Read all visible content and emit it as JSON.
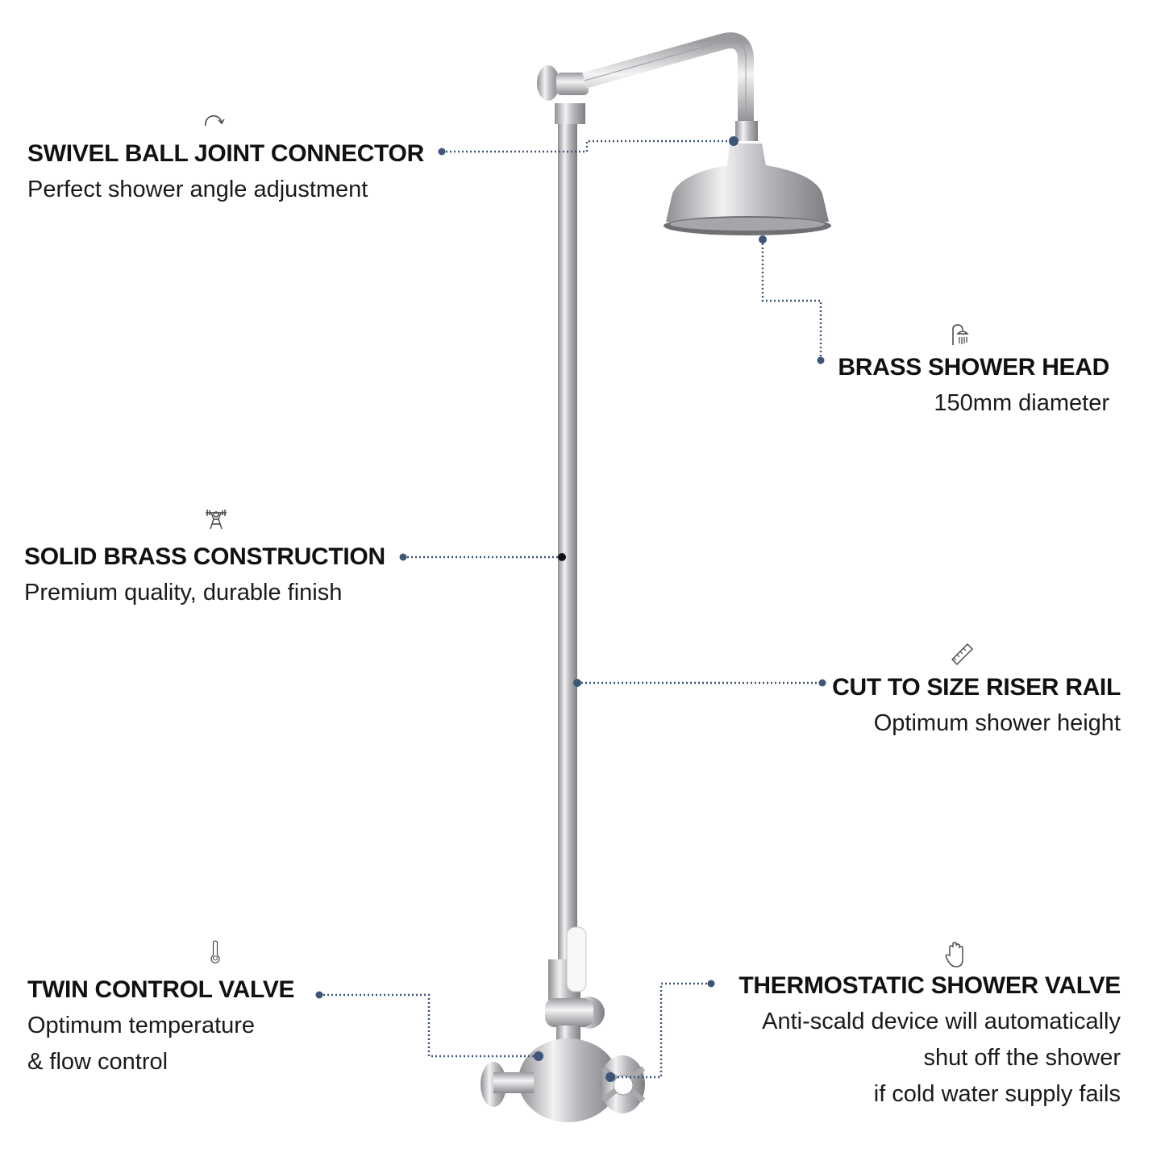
{
  "colors": {
    "leader": "#3d5577",
    "chrome": "#c9c9cc",
    "text": "#111111"
  },
  "features": [
    {
      "icon": "rotate-arrow-icon",
      "title": "SWIVEL BALL JOINT CONNECTOR",
      "lines": [
        "Perfect shower angle adjustment"
      ]
    },
    {
      "icon": "shower-head-icon",
      "title": "BRASS SHOWER HEAD",
      "lines": [
        "150mm diameter"
      ]
    },
    {
      "icon": "weightlifter-icon",
      "title": "SOLID BRASS CONSTRUCTION",
      "lines": [
        "Premium quality, durable finish"
      ]
    },
    {
      "icon": "saw-icon",
      "title": "CUT TO SIZE RISER RAIL",
      "lines": [
        "Optimum shower height"
      ]
    },
    {
      "icon": "thermometer-icon",
      "title": "TWIN CONTROL VALVE",
      "lines": [
        "Optimum temperature",
        "& flow control"
      ]
    },
    {
      "icon": "hand-icon",
      "title": "THERMOSTATIC SHOWER VALVE",
      "lines": [
        "Anti-scald device will automatically",
        "shut off the shower",
        "if cold water supply fails"
      ]
    }
  ]
}
